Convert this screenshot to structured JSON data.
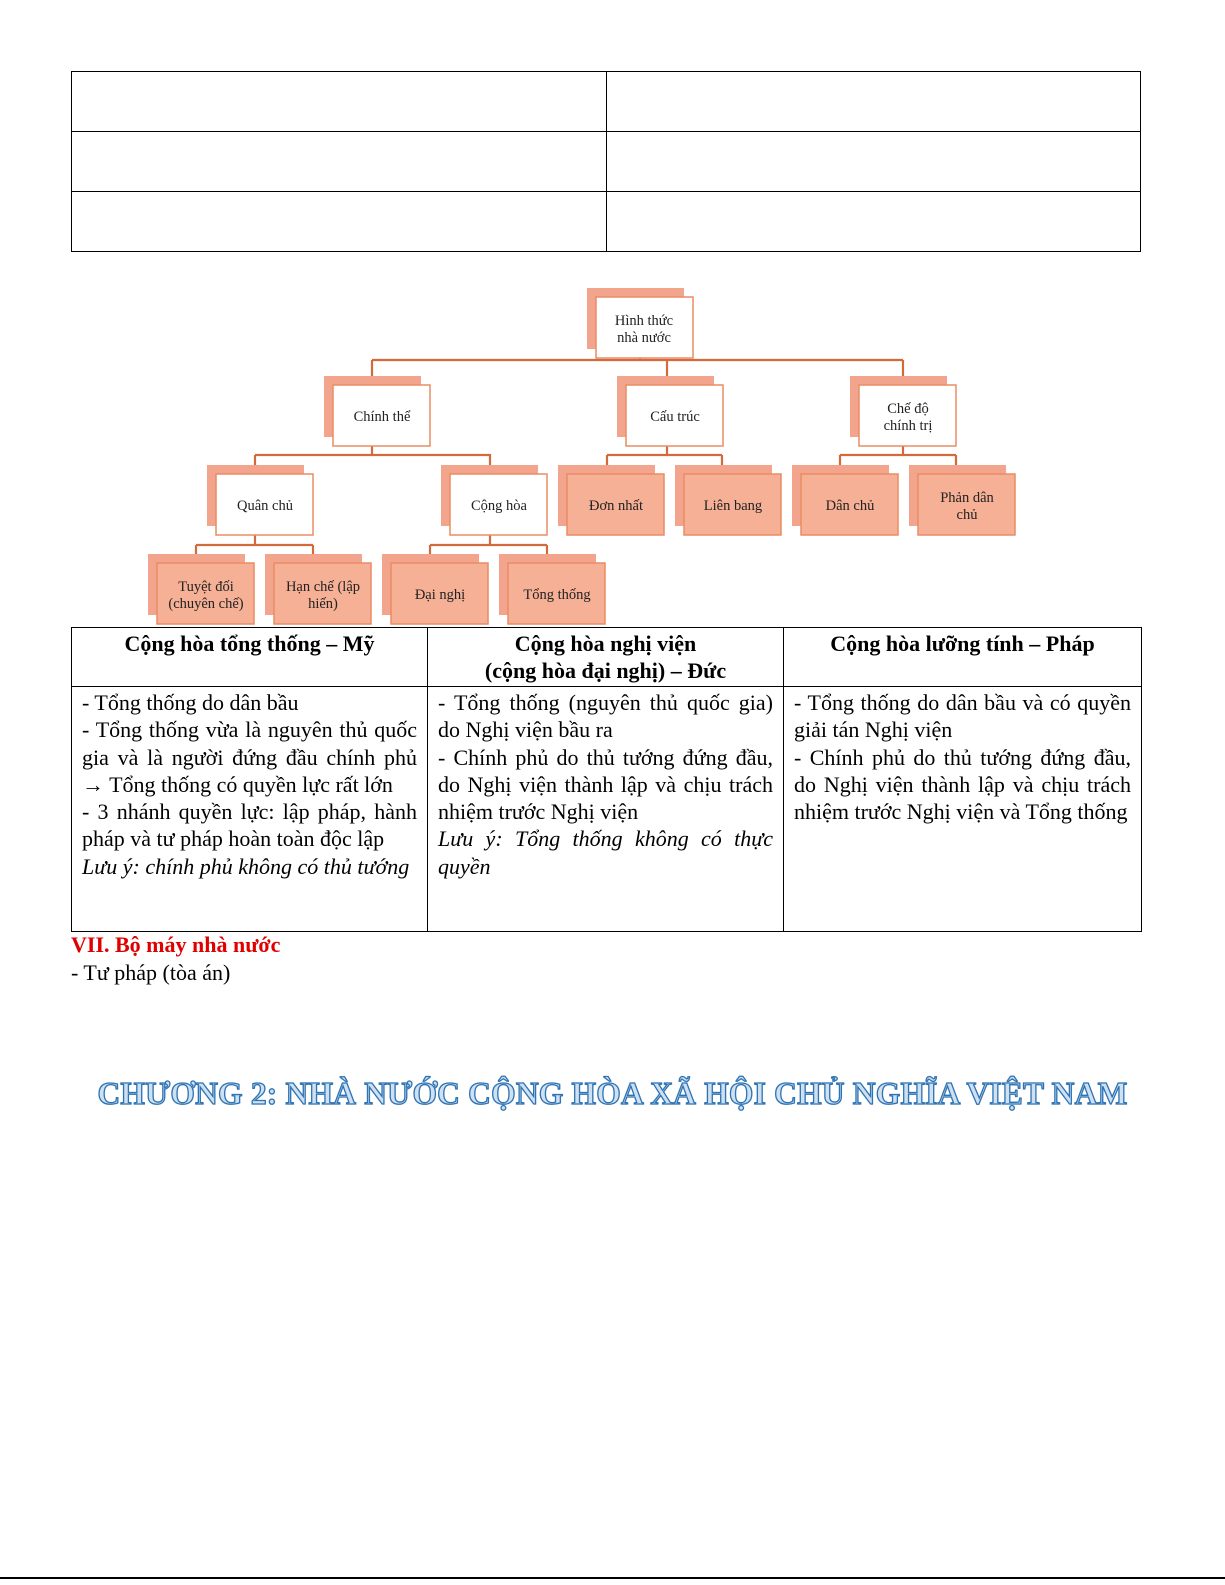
{
  "diagram": {
    "root": "Hình thức nhà nước",
    "chinh_the": "Chính thể",
    "cau_truc": "Cấu trúc",
    "che_do": "Chế độ chính trị",
    "quan_chu": "Quân chủ",
    "cong_hoa": "Cộng hòa",
    "don_nhat": "Đơn nhất",
    "lien_bang": "Liên bang",
    "dan_chu": "Dân chủ",
    "phan_dan_chu": "Phản dân chủ",
    "tuyet_doi": "Tuyệt đối (chuyên chế)",
    "han_che": "Hạn chế (lập hiến)",
    "dai_nghi": "Đại nghị",
    "tong_thong": "Tổng thống"
  },
  "table": {
    "headers": [
      [
        "Cộng hòa tổng thống – Mỹ"
      ],
      [
        "Cộng hòa nghị viện",
        "(cộng hòa đại nghị) – Đức"
      ],
      [
        "Cộng hòa lưỡng tính – Pháp"
      ]
    ],
    "col1": {
      "lines": [
        "- Tổng thống do dân bầu",
        "- Tổng thống vừa là nguyên thủ quốc gia và là người đứng đầu chính phủ → Tổng thống có quyền lực rất lớn",
        "- 3 nhánh quyền lực: lập pháp, hành pháp và tư pháp hoàn toàn độc lập"
      ],
      "note": "Lưu ý: chính phủ không có thủ tướng"
    },
    "col2": {
      "lines": [
        "- Tổng thống (nguyên thủ quốc gia) do Nghị viện bầu ra",
        "- Chính phủ do thủ tướng đứng đầu, do Nghị viện thành lập và chịu trách nhiệm trước Nghị viện"
      ],
      "note": "Lưu ý: Tổng thống không có thực quyền"
    },
    "col3": {
      "lines": [
        "- Tổng thống do dân bầu và có quyền giải tán Nghị viện",
        "- Chính phủ do thủ tướng đứng đầu, do Nghị viện thành lập và chịu trách nhiệm trước Nghị viện và Tổng thống"
      ]
    }
  },
  "section": {
    "heading": "VII. Bộ máy nhà nước",
    "line1": "- Tư pháp (tòa án)"
  },
  "chapter_title": "CHƯƠNG 2: NHÀ NƯỚC CỘNG HÒA XÃ HỘI CHỦ NGHĨA VIỆT NAM",
  "colors": {
    "node_fill": "#f2a58c",
    "node_border": "#ea8c64",
    "connector": "#d26a3c",
    "section_heading": "#e00000",
    "chapter_outline": "#2e74b5"
  }
}
